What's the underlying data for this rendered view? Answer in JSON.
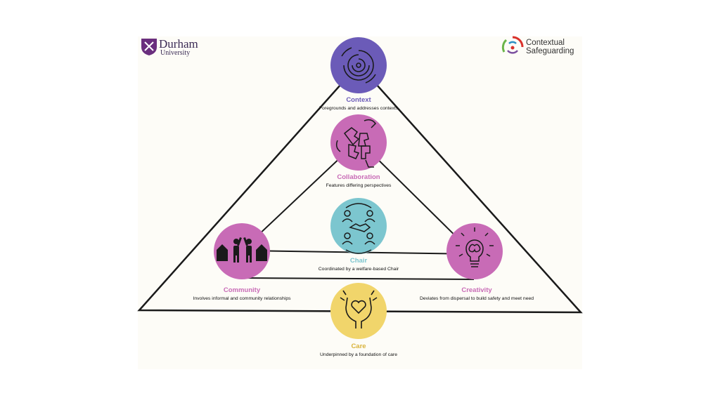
{
  "logos": {
    "durham": {
      "name": "Durham",
      "sub": "University"
    },
    "contextual": {
      "line1": "Contextual",
      "line2": "Safeguarding"
    }
  },
  "nodes": {
    "context": {
      "title": "Context",
      "desc": "Foregrounds and addresses contexts",
      "color": "#6b5bb8",
      "icon": "concentric-circles-icon"
    },
    "collaboration": {
      "title": "Collaboration",
      "desc": "Features differing perspectives",
      "color": "#c86bb6",
      "icon": "puzzle-hands-icon"
    },
    "chair": {
      "title": "Chair",
      "desc": "Coordinated by a welfare-based Chair",
      "color": "#7cc6cf",
      "icon": "handshake-people-icon"
    },
    "community": {
      "title": "Community",
      "desc": "Involves informal and community relationships",
      "color": "#c86bb6",
      "icon": "people-houses-icon"
    },
    "creativity": {
      "title": "Creativity",
      "desc": "Deviates from dispersal to build safety and meet need",
      "color": "#c86bb6",
      "icon": "lightbulb-brain-icon"
    },
    "care": {
      "title": "Care",
      "desc": "Underpinned by a foundation of care",
      "color": "#f1d56b",
      "icon": "hands-heart-icon"
    }
  },
  "colors": {
    "line": "#1a1a1a",
    "title_purple": "#6b5bb8",
    "title_pink": "#c86bb6",
    "title_teal": "#7cc6cf",
    "title_yellow": "#d9b33c",
    "durham_purple": "#6a2e7e"
  }
}
